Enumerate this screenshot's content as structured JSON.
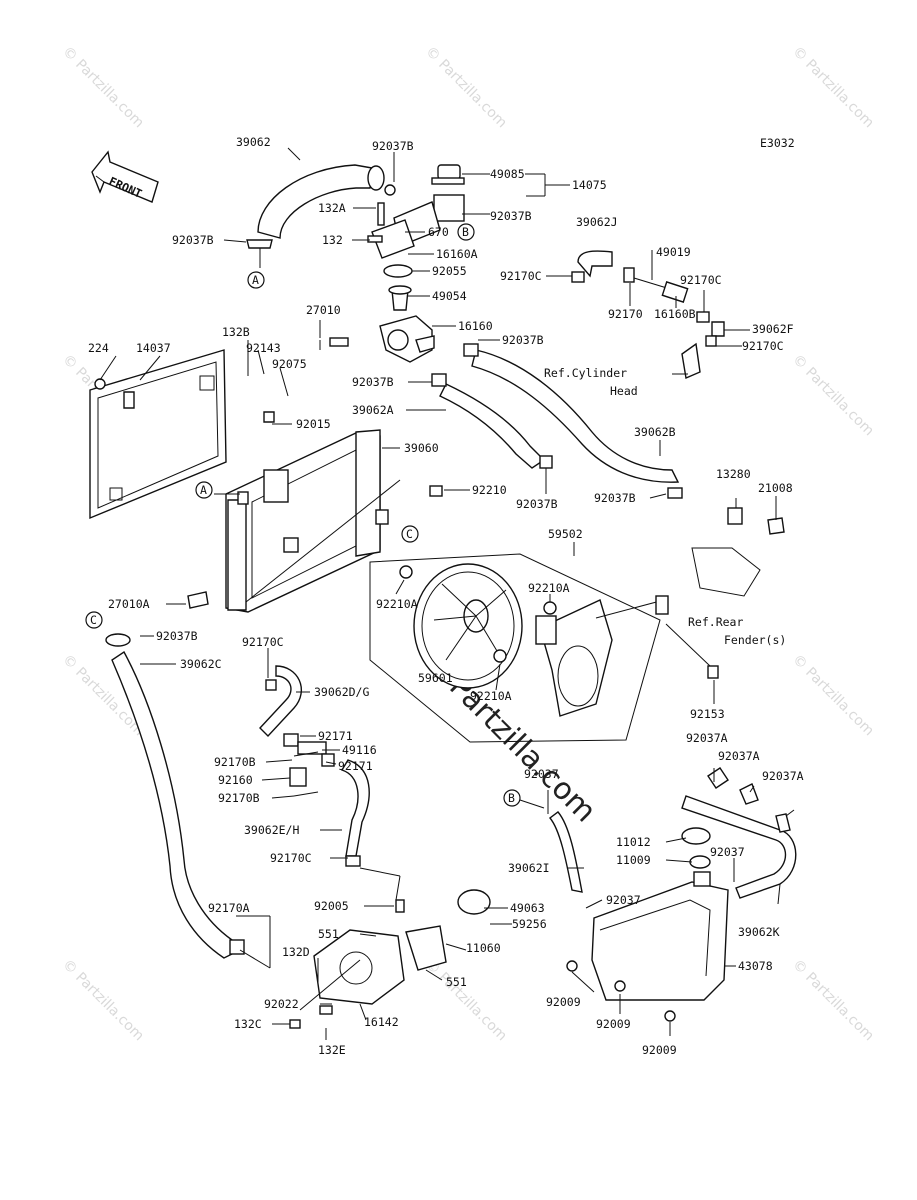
{
  "diagram_code": "E3032",
  "front_label": "FRONT",
  "watermark_small": "© Partzilla.com",
  "watermark_center": "© Partzilla.com",
  "callouts": {
    "A": "A",
    "B": "B",
    "C": "C"
  },
  "parts": {
    "p39062": "39062",
    "p92037B_1": "92037B",
    "p49085": "49085",
    "p14075": "14075",
    "p132A": "132A",
    "p670": "670",
    "p92037B_2": "92037B",
    "p132": "132",
    "p16160A": "16160A",
    "p92055": "92055",
    "p49054": "49054",
    "p39062J": "39062J",
    "p49019": "49019",
    "p92170C_1": "92170C",
    "p92170C_2": "92170C",
    "p92170": "92170",
    "p16160B": "16160B",
    "p39062F": "39062F",
    "p92170C_3": "92170C",
    "p27010": "27010",
    "p16160": "16160",
    "p92037B_3": "92037B",
    "ref_cyl_1": "Ref.Cylinder",
    "ref_cyl_2": "Head",
    "p224": "224",
    "p14037": "14037",
    "p132B": "132B",
    "p92143": "92143",
    "p92075": "92075",
    "p92037B_4": "92037B",
    "p39062A": "39062A",
    "p92015": "92015",
    "p39060": "39060",
    "p39062B": "39062B",
    "p92210": "92210",
    "p92037B_5": "92037B",
    "p92037B_6": "92037B",
    "p13280": "13280",
    "p21008": "21008",
    "p59502": "59502",
    "p27010A": "27010A",
    "p92210A_1": "92210A",
    "p92210A_2": "92210A",
    "ref_rear_1": "Ref.Rear",
    "ref_rear_2": "Fender(s)",
    "p92037B_7": "92037B",
    "p39062C": "39062C",
    "p92170C_4": "92170C",
    "p39062DG": "39062D/G",
    "p59601": "59601",
    "p92210A_3": "92210A",
    "p92153": "92153",
    "p92171_1": "92171",
    "p49116": "49116",
    "p92171_2": "92171",
    "p92170B_1": "92170B",
    "p92160": "92160",
    "p92170B_2": "92170B",
    "p92037A_1": "92037A",
    "p92037A_2": "92037A",
    "p92037A_3": "92037A",
    "p92037": "92037",
    "p39062EH": "39062E/H",
    "p11012": "11012",
    "p11009": "11009",
    "p92037_2": "92037",
    "p92170C_5": "92170C",
    "p39062I": "39062I",
    "p92170A": "92170A",
    "p92005": "92005",
    "p49063": "49063",
    "p92037_3": "92037",
    "p551_1": "551",
    "p59256": "59256",
    "p39062K": "39062K",
    "p11060": "11060",
    "p132D": "132D",
    "p43078": "43078",
    "p551_2": "551",
    "p92022": "92022",
    "p92009_1": "92009",
    "p16142": "16142",
    "p92009_2": "92009",
    "p132C": "132C",
    "p92009_3": "92009",
    "p132E": "132E"
  }
}
